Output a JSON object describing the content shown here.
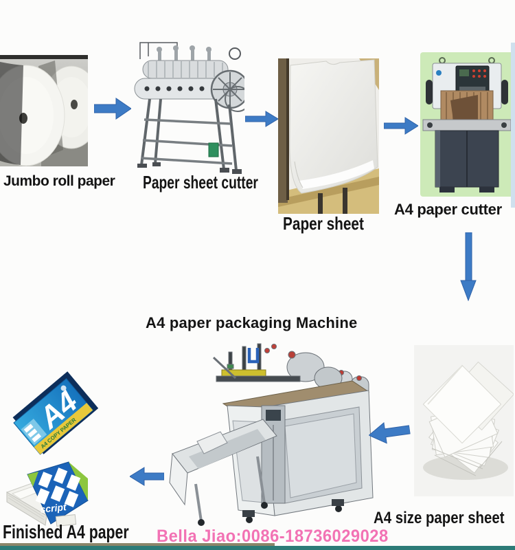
{
  "title": {
    "text": "A4 paper packaging Machine"
  },
  "labels": {
    "jumbo_roll": "Jumbo roll paper",
    "sheet_cutter": "Paper sheet cutter",
    "paper_sheet": "Paper sheet",
    "a4_cutter": "A4 paper cutter",
    "a4_size_sheet": "A4 size paper sheet",
    "finished_paper": "Finished A4 paper"
  },
  "contact": {
    "name_phone": "Bella Jiao:0086-18736029028"
  },
  "packages": {
    "ream_brand": "A4",
    "ream_band_text": "A4 COPY PAPER",
    "box_brand": "script"
  },
  "colors": {
    "arrow_blue": "#3d7bc5",
    "contact_pink": "#f272b4",
    "cutter_bg_green": "#cdeab8",
    "bottom_bar_teal": "#2c7b77",
    "bottom_bar_khaki": "#8b8569",
    "label_black": "#141414"
  },
  "flow_order": [
    "Jumbo roll paper",
    "Paper sheet cutter",
    "Paper sheet",
    "A4 paper cutter",
    "A4 size paper sheet",
    "Finished A4 paper"
  ]
}
